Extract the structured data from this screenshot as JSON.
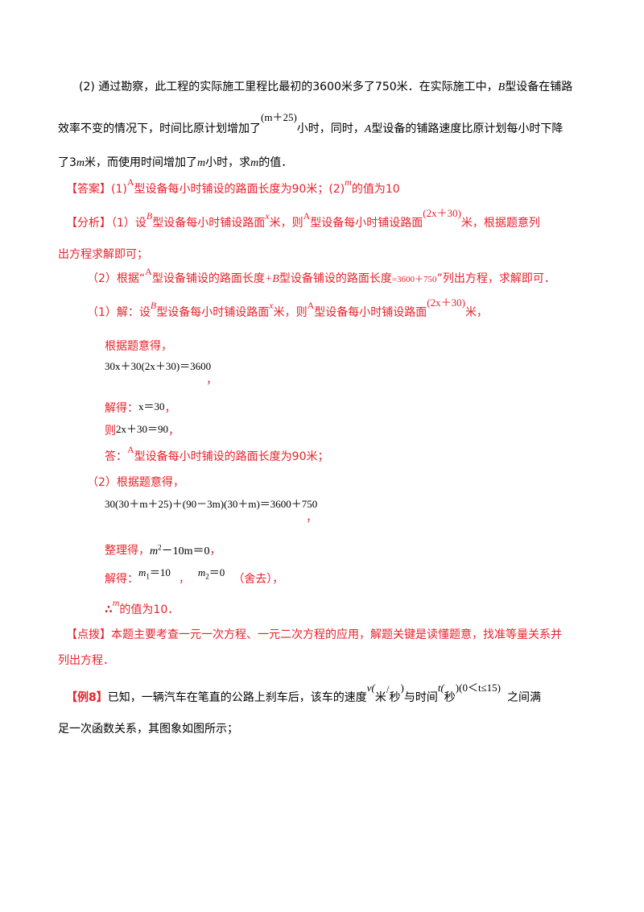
{
  "p1": {
    "a": "(2) 通过勘察，此工程的实际施工里程比最初的3600米多了750米．在实际施工中，",
    "b": "B",
    "c": "型设备在铺路"
  },
  "p2": {
    "a": "效率不变的情况下，时间比原计划增加了",
    "b": "(m＋25)",
    "c": "小时，同时，",
    "d": "A",
    "e": "型设备的铺路速度比原计划每小时下降"
  },
  "p3": {
    "a": "了3",
    "b": "m",
    "c": "米，而使用时间增加了",
    "d": "m",
    "e": "小时，求",
    "f": "m",
    "g": "的值．"
  },
  "answer": {
    "a": "【答案】(1)",
    "b": "A",
    "c": "型设备每小时铺设的路面长度为90米；(2)",
    "d": "m",
    "e": "的值为10"
  },
  "analysis1": {
    "a": "【分析】（1）设",
    "b": "B",
    "c": "型设备每小时铺设路面",
    "d": "x",
    "e": "米，则",
    "f": "A",
    "g": "型设备每小时铺设路面",
    "h": "(2x＋30)",
    "i": "米，根据题意列"
  },
  "analysis2": "出方程求解即可；",
  "analysis3": {
    "a": "（2）根据“",
    "b": "A",
    "c": "型设备铺设的路面长度",
    "d": "+B",
    "e": "型设备铺设的路面长度",
    "f": "=3600＋750",
    "g": "”列出方程，求解即可．"
  },
  "sol1": {
    "a": "（1）解：设",
    "b": "B",
    "c": "型设备每小时铺设路面",
    "d": "x",
    "e": "米，则",
    "f": "A",
    "g": "型设备每小时铺设路面",
    "h": "(2x＋30)",
    "i": "米，"
  },
  "s_intro1": "根据题意得，",
  "eq1": "30x＋30(2x＋30)＝3600",
  "comma": "，",
  "solve1": {
    "a": "解得：",
    "b": "x＝30",
    "c": "，"
  },
  "then1": {
    "a": "则",
    "b": "2x＋30＝90",
    "c": "，"
  },
  "ans1": {
    "a": "答：",
    "b": "A",
    "c": "型设备每小时铺设的路面长度为90米；"
  },
  "sol2": "（2）根据题意得，",
  "eq2": "30(30＋m＋25)＋(90－3m)(30＋m)＝3600＋750",
  "simplify": {
    "a": "整理得，",
    "b": "m",
    "c": "2",
    "d": "－10m＝0",
    "e": "，"
  },
  "solve2": {
    "a": "解得：",
    "b": "m",
    "c": "1",
    "d": "＝10",
    "e": "，",
    "f": "m",
    "g": "2",
    "h": "＝0",
    "i": "（舍去），"
  },
  "therefore": {
    "a": "∴",
    "b": "m",
    "c": "的值为10．"
  },
  "tip1": "【点拨】本题主要考查一元一次方程、一元二次方程的应用，解题关键是读懂题意，找准等量关系并",
  "tip2": "列出方程．",
  "ex8": {
    "tag": "【例8】",
    "a": "已知，一辆汽车在笔直的公路上刹车后，该车的速度",
    "v": "v(",
    "unit1a": "米",
    "slash": "/",
    "unit1b": "秒",
    "close1": ")",
    "b": "与时间",
    "t": "t(",
    "unit2": "秒",
    "cond": ")(0＜t≤15)",
    "c": "之间满"
  },
  "ex8_2": "足一次函数关系，其图象如图所示；"
}
